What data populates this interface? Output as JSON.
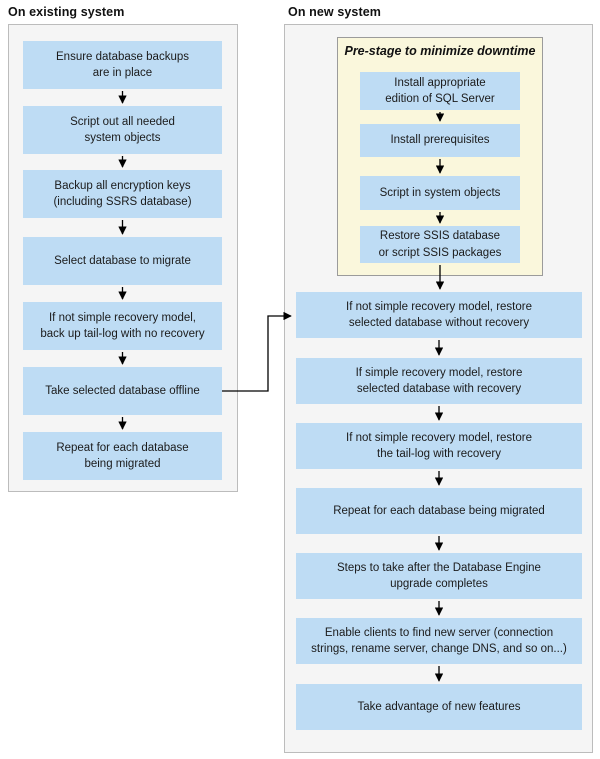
{
  "colors": {
    "box_fill": "#BEDCF4",
    "prestage_fill": "#FAF7DC",
    "panel_fill": "#F5F5F5",
    "arrow": "#000000"
  },
  "existing_system": {
    "title": "On existing system",
    "boxes": [
      "Ensure database backups\nare in place",
      "Script out all needed\nsystem objects",
      "Backup all encryption keys\n(including SSRS database)",
      "Select database to migrate",
      "If not simple recovery model,\nback up tail-log with no recovery",
      "Take selected database offline",
      "Repeat for each database\nbeing migrated"
    ]
  },
  "new_system": {
    "title": "On new system",
    "prestage": {
      "title": "Pre-stage to minimize downtime",
      "boxes": [
        "Install appropriate\nedition of SQL Server",
        "Install prerequisites",
        "Script in system objects",
        "Restore SSIS database\nor script SSIS packages"
      ]
    },
    "boxes": [
      "If not simple recovery model, restore\nselected database without recovery",
      "If simple recovery model, restore\nselected database with recovery",
      "If not simple recovery model, restore\nthe tail-log with recovery",
      "Repeat for each database being migrated",
      "Steps to take after the Database Engine\nupgrade completes",
      "Enable clients to find new server (connection\nstrings, rename server, change DNS, and so on...)",
      "Take advantage of new features"
    ]
  }
}
